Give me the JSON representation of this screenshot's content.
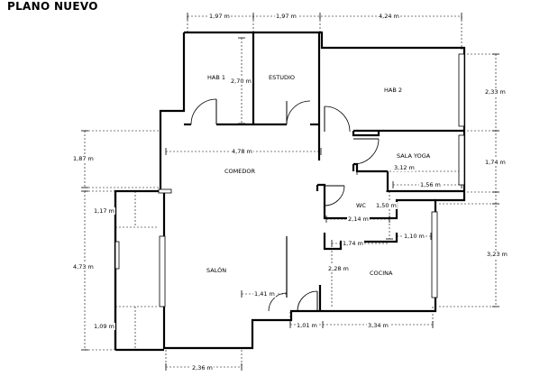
{
  "title": "PLANO NUEVO",
  "rooms": {
    "hab1": "HAB 1",
    "estudio": "ESTUDIO",
    "hab2": "HAB 2",
    "sala_yoga": "SALA YOGA",
    "comedor": "COMEDOR",
    "wc": "WC",
    "salon": "SALÓN",
    "cocina": "COCINA"
  },
  "dimensions": {
    "top_1": "1,97 m",
    "top_2": "1,97 m",
    "top_3": "4,24 m",
    "hab1_height": "2,70 m",
    "right_1": "2,33 m",
    "right_2": "1,74 m",
    "right_3": "3,23 m",
    "comedor_width": "4,78 m",
    "left_1": "1,87 m",
    "yoga_width": "3,12 m",
    "yoga_small": "1,56 m",
    "left_2": "1,17 m",
    "wc_height": "1,50 m",
    "wc_width": "2,14 m",
    "wc_lower": "1,74 m",
    "cocina_small": "1,10 m",
    "left_total": "4,73 m",
    "cocina_height": "2,28 m",
    "salon_inner": "1,41 m",
    "left_3": "1,09 m",
    "bottom_1": "1,01 m",
    "bottom_2": "3,34 m",
    "bottom_3": "2,36 m"
  }
}
